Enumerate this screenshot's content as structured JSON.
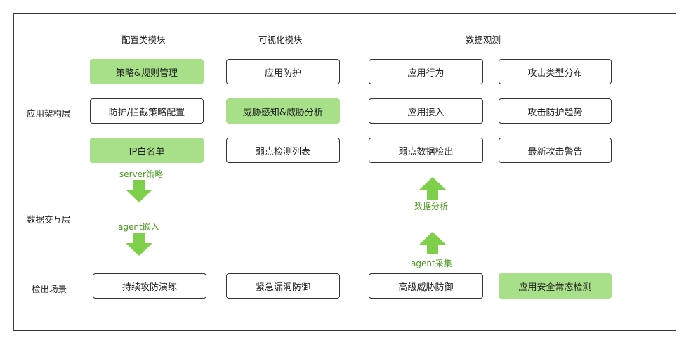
{
  "columns": {
    "config": "配置类模块",
    "visual": "可视化模块",
    "data": "数据观测"
  },
  "layers": {
    "app": "应用架构层",
    "exchange": "数据交互层",
    "detect": "检出场景"
  },
  "app_boxes": {
    "strategy_rules": "策略&规则管理",
    "protect_intercept": "防护/拦截策略配置",
    "ip_whitelist": "IP白名单",
    "app_protect": "应用防护",
    "threat_sense": "威胁感知&威胁分析",
    "weak_list": "弱点检测列表",
    "app_behavior": "应用行为",
    "app_access": "应用接入",
    "weak_data": "弱点数据检出",
    "attack_type": "攻击类型分布",
    "attack_trend": "攻击防护趋势",
    "latest_alert": "最新攻击警告"
  },
  "detect_boxes": {
    "continuous_drill": "持续攻防演练",
    "emergency_vuln": "紧急漏洞防御",
    "advanced_threat": "高级威胁防御",
    "security_monitor": "应用安全常态检测"
  },
  "arrows": {
    "server_policy": "server策略",
    "agent_embed": "agent嵌入",
    "data_analysis": "数据分析",
    "agent_collect": "agent采集"
  },
  "colors": {
    "highlight": "#a8e08a",
    "arrow": "#7ed04a",
    "arrow_label": "#4a9a1e",
    "border": "#333333"
  }
}
